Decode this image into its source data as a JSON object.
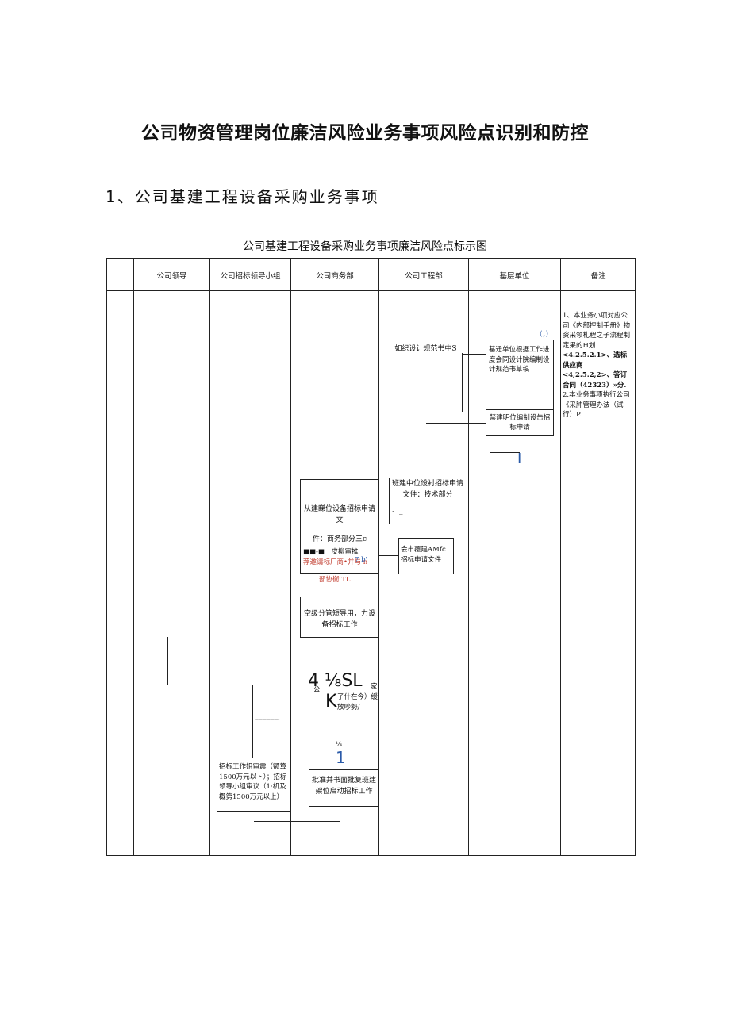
{
  "doc": {
    "title": "公司物资管理岗位廉洁风险业务事项风险点识别和防控",
    "section": "1、公司基建工程设备采购业务事项",
    "caption": "公司基建工程设备采购业务事项廉洁风险点标示图"
  },
  "table": {
    "headers": [
      "公司领导",
      "公司招标领导小组",
      "公司商务部",
      "公司工程部",
      "基层单位",
      "备注"
    ]
  },
  "flow": {
    "eng_box1": "如织设计规范书中S",
    "base_tag": "（，）",
    "base_box1": "基迁单位根据工作进度会同设计院编制设计规范书草稿",
    "base_box2": "禁建明位编制设缶招标申请",
    "base_mark": "I",
    "comm_box1_line1": "从建睇位设备招标申请文",
    "comm_box1_line2": "件：商务部分三c",
    "comm_box1_red1": "■■-■一皮柳审推",
    "comm_box1_red2": "荐邀请标厂商•并与 n",
    "comm_box1_red3": "部协衡 TL",
    "comm_tag": "7 b'",
    "eng_box2_line1": "班建中位设衬招标申请",
    "eng_box2_line2": "文件：技术部分",
    "eng_box2_line3": "、_",
    "eng_box3": "会市覆建AMfc招标申请文件",
    "comm_box2": "空级分管短导用，力设备招标工作",
    "garble_big1": "4 ⅛SL",
    "garble_small1": "公",
    "garble_small2": "家",
    "garble_big2": "K",
    "garble_small3": "了什在今）缓放吵勢/",
    "dash_marks": "——————·",
    "frac_mark": "¼",
    "blue_one": "1",
    "group_box": "招标工作姐审震（额算1500万元以卜）；招标领导小组审议（1:机及概第1500万元以上）",
    "comm_box3": "批准并书面批复班建架位启动招标工作"
  },
  "notes": {
    "n1": "1、本业务小项对应公司《内部控制手册》物资采领札程之子流程制定果的H划",
    "n2": "<4.2.5.2.1>、选标供应商",
    "n3": "<4,2.5.2,2>、答订合同（42323）»分.",
    "n4": "2.本业务事项执行公司《采肿管理办法（试行）P."
  }
}
